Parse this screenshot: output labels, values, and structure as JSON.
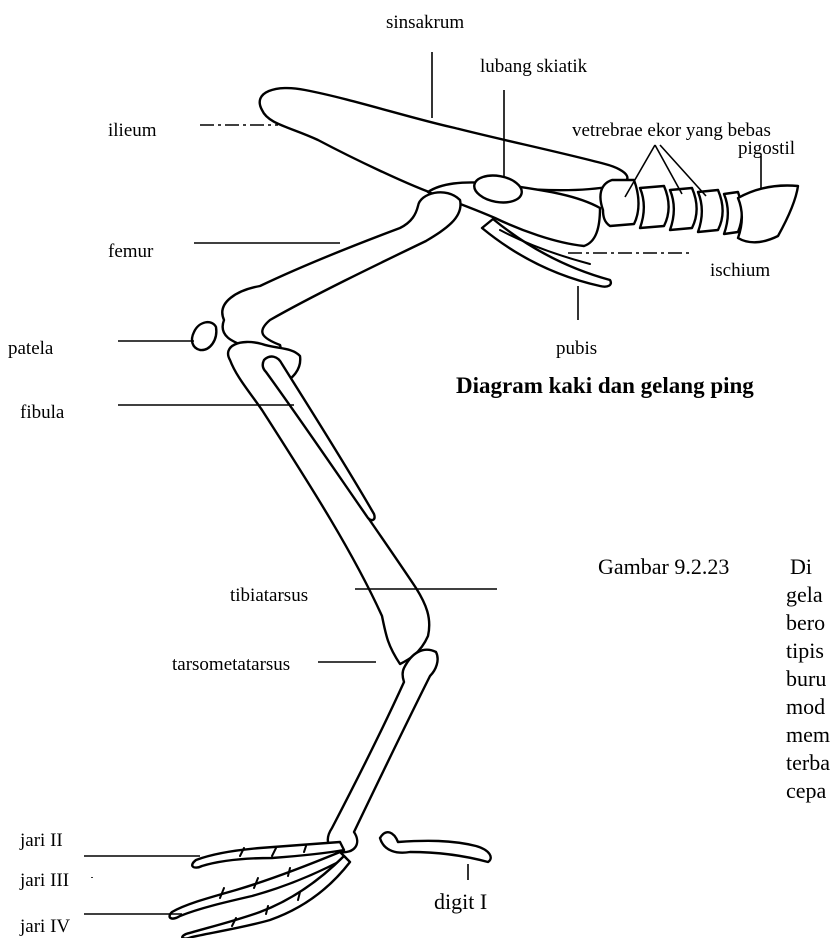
{
  "labels": {
    "sinsakrum": "sinsakrum",
    "lubang_skiatik": "lubang skiatik",
    "ilieum": "ilieum",
    "vertebrae_ekor": "vetrebrae ekor yang bebas",
    "pigostil": "pigostil",
    "femur": "femur",
    "ischium": "ischium",
    "patela": "patela",
    "pubis": "pubis",
    "fibula": "fibula",
    "tibiatarsus": "tibiatarsus",
    "tarsometatarsus": "tarsometatarsus",
    "jari_ii": "jari II",
    "jari_iii": "jari III",
    "jari_iv": "jari IV",
    "digit_i": "digit I"
  },
  "heading": {
    "title": "Diagram kaki dan gelang ping"
  },
  "caption": {
    "number": "Gambar  9.2.23",
    "lines": [
      "Di",
      "gela",
      "bero",
      "tipis",
      "buru",
      "mod",
      "mem",
      "terba",
      "cepa"
    ]
  },
  "colors": {
    "ink": "#000000",
    "background": "#ffffff"
  }
}
